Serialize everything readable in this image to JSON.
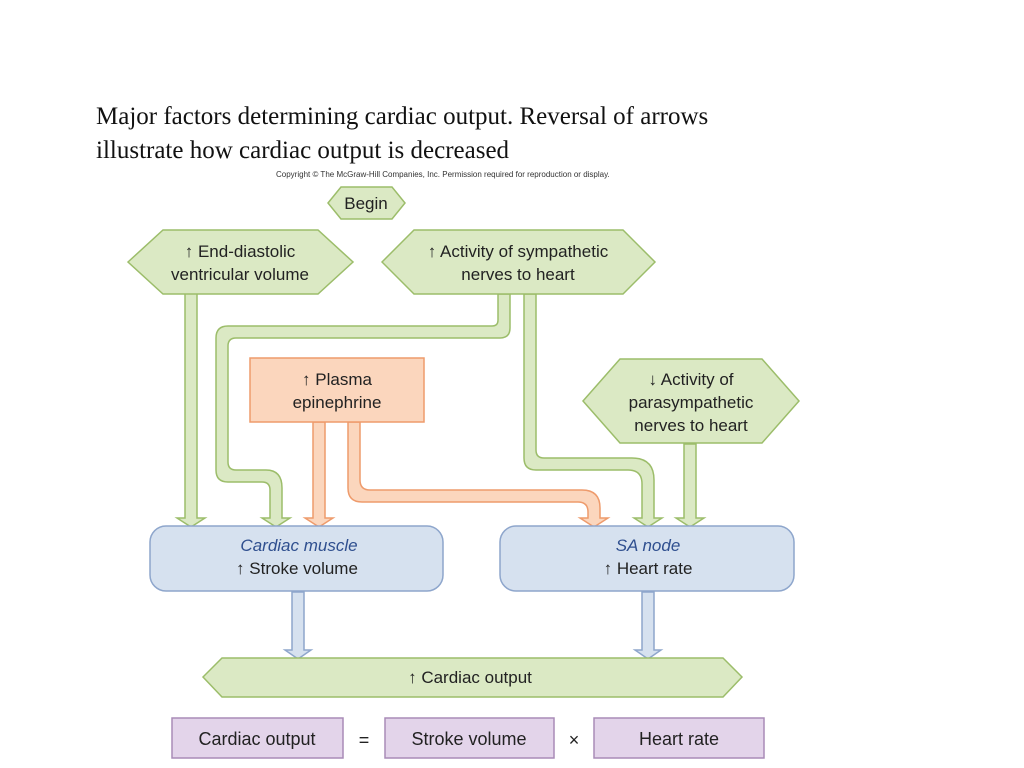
{
  "caption": {
    "line1": "Major factors determining cardiac output. Reversal of arrows",
    "line2": "illustrate how cardiac output is decreased"
  },
  "copyright": "Copyright © The McGraw-Hill Companies, Inc. Permission required for reproduction or display.",
  "colors": {
    "green_fill": "#dbe9c4",
    "green_stroke": "#9cbd6a",
    "orange_fill": "#fbd6bd",
    "orange_stroke": "#ee9b6c",
    "blue_fill": "#d6e1ef",
    "blue_stroke": "#8ea6cc",
    "blue_text": "#2f4f8f",
    "purple_fill": "#e3d4ea",
    "purple_stroke": "#a98bb7"
  },
  "nodes": {
    "begin": "Begin",
    "edv_line1": "↑ End-diastolic",
    "edv_line2": "ventricular volume",
    "symp_line1": "↑ Activity of sympathetic",
    "symp_line2": "nerves to heart",
    "epi_line1": "↑ Plasma",
    "epi_line2": "epinephrine",
    "para_line1": "↓ Activity of",
    "para_line2": "parasympathetic",
    "para_line3": "nerves to heart",
    "cardiac_muscle_title": "Cardiac muscle",
    "cardiac_muscle_effect": "↑ Stroke volume",
    "sa_node_title": "SA node",
    "sa_node_effect": "↑ Heart rate",
    "cardiac_output": "↑ Cardiac output"
  },
  "equation": {
    "term1": "Cardiac output",
    "equals": "=",
    "term2": "Stroke volume",
    "times": "×",
    "term3": "Heart rate"
  }
}
